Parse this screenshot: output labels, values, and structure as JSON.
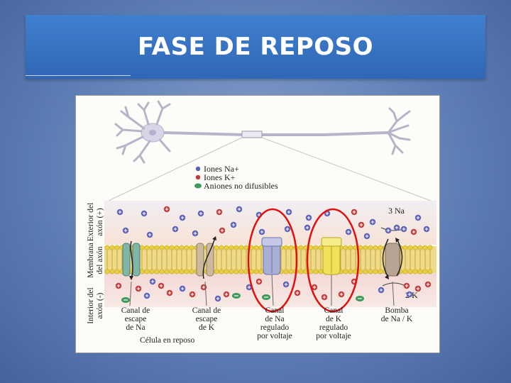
{
  "slide": {
    "title": "FASE DE REPOSO"
  },
  "colors": {
    "title_bar": "#3a74c4",
    "sodium": "#5a5fb8",
    "potassium": "#c23a3a",
    "anion": "#3e9a5a",
    "membrane_head": "#e9cf42",
    "highlight_ring": "#e01010"
  },
  "figure": {
    "legend": {
      "na": "Iones Na+",
      "k": "Iones K+",
      "anions": "Aniones no difusibles"
    },
    "side_labels": {
      "exterior_1": "Exterior del",
      "exterior_2": "axón (+)",
      "membrane": "Membrana",
      "interior_1": "Interior del",
      "interior_2": "del axón",
      "interior_3": "axón (-)"
    },
    "pump_na": "3 Na",
    "pump_k": "2 K",
    "channels": [
      {
        "line1": "Canal de",
        "line2": "escape",
        "line3": "de Na"
      },
      {
        "line1": "Canal de",
        "line2": "escape",
        "line3": "de K"
      },
      {
        "line1": "Canal",
        "line2": "de Na",
        "line3": "regulado",
        "line4": "por voltaje"
      },
      {
        "line1": "Canal",
        "line2": "de K",
        "line3": "regulado",
        "line4": "por voltaje"
      },
      {
        "line1": "Bomba",
        "line2": "de Na / K"
      }
    ],
    "caption": "Célula en reposo"
  }
}
